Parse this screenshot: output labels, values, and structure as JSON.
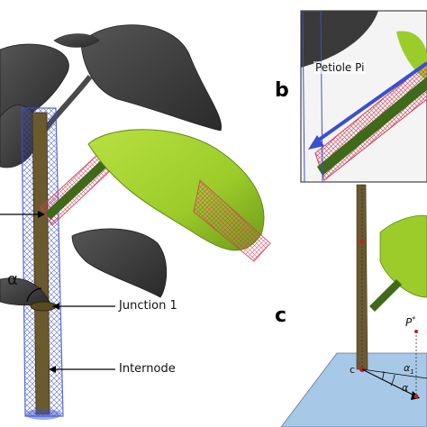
{
  "figure": {
    "panel_b_letter": "b",
    "panel_c_letter": "c",
    "labels": {
      "alpha": "α",
      "junction": "Junction 1",
      "internode": "Internode",
      "petiole": "Petiole Pi",
      "point_p": "P",
      "point_c": "c",
      "alpha_1": "α",
      "alpha_1_sub": "1",
      "alpha_2": "α"
    }
  },
  "colors": {
    "leaf_dark": "#3a3a3a",
    "leaf_green": "#9ccc2a",
    "stem_brown": "#6b5a2e",
    "mesh_blue": "#3a4fd0",
    "mesh_red": "#d0405a",
    "ground_plane": "#a8c8e8"
  }
}
